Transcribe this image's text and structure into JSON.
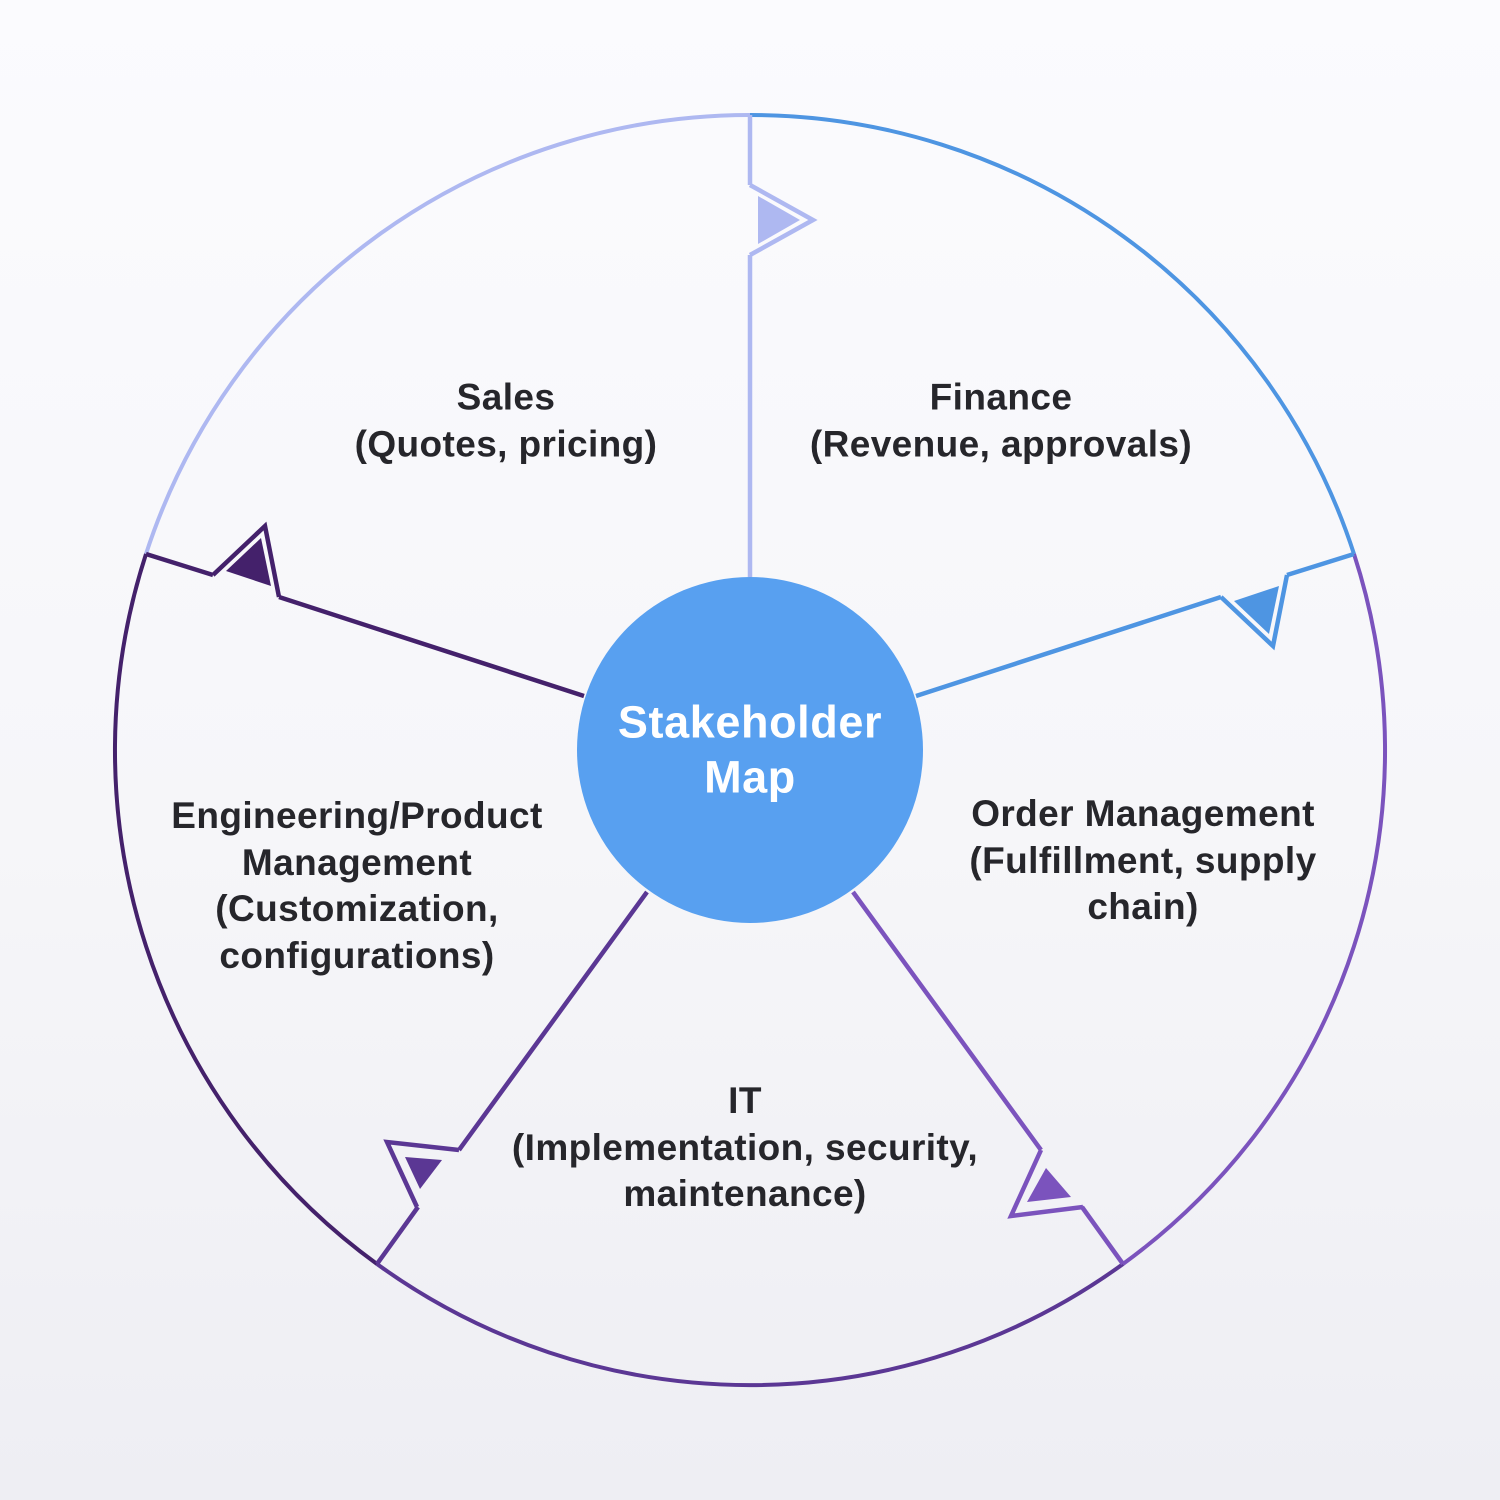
{
  "diagram": {
    "type": "stakeholder-wheel",
    "center": {
      "title_line1": "Stakeholder",
      "title_line2": "Map",
      "bg_color": "#58A0F0",
      "text_color": "#FFFFFF"
    },
    "segments": [
      {
        "id": "sales",
        "label_lines": [
          "Sales",
          "(Quotes, pricing)"
        ],
        "color": "#AEB8F1"
      },
      {
        "id": "finance",
        "label_lines": [
          "Finance",
          "(Revenue, approvals)"
        ],
        "color": "#4E95E2"
      },
      {
        "id": "order-management",
        "label_lines": [
          "Order Management",
          "(Fulfillment, supply",
          "chain)"
        ],
        "color": "#7B53BD"
      },
      {
        "id": "it",
        "label_lines": [
          "IT",
          "(Implementation, security,",
          "maintenance)"
        ],
        "color": "#5B3794"
      },
      {
        "id": "engineering-product-management",
        "label_lines": [
          "Engineering/Product",
          "Management",
          "(Customization,",
          "configurations)"
        ],
        "color": "#44216B"
      }
    ],
    "label_text_color": "#26262B",
    "background_top": "#FBFBFE",
    "background_bottom": "#EEEEF3"
  }
}
